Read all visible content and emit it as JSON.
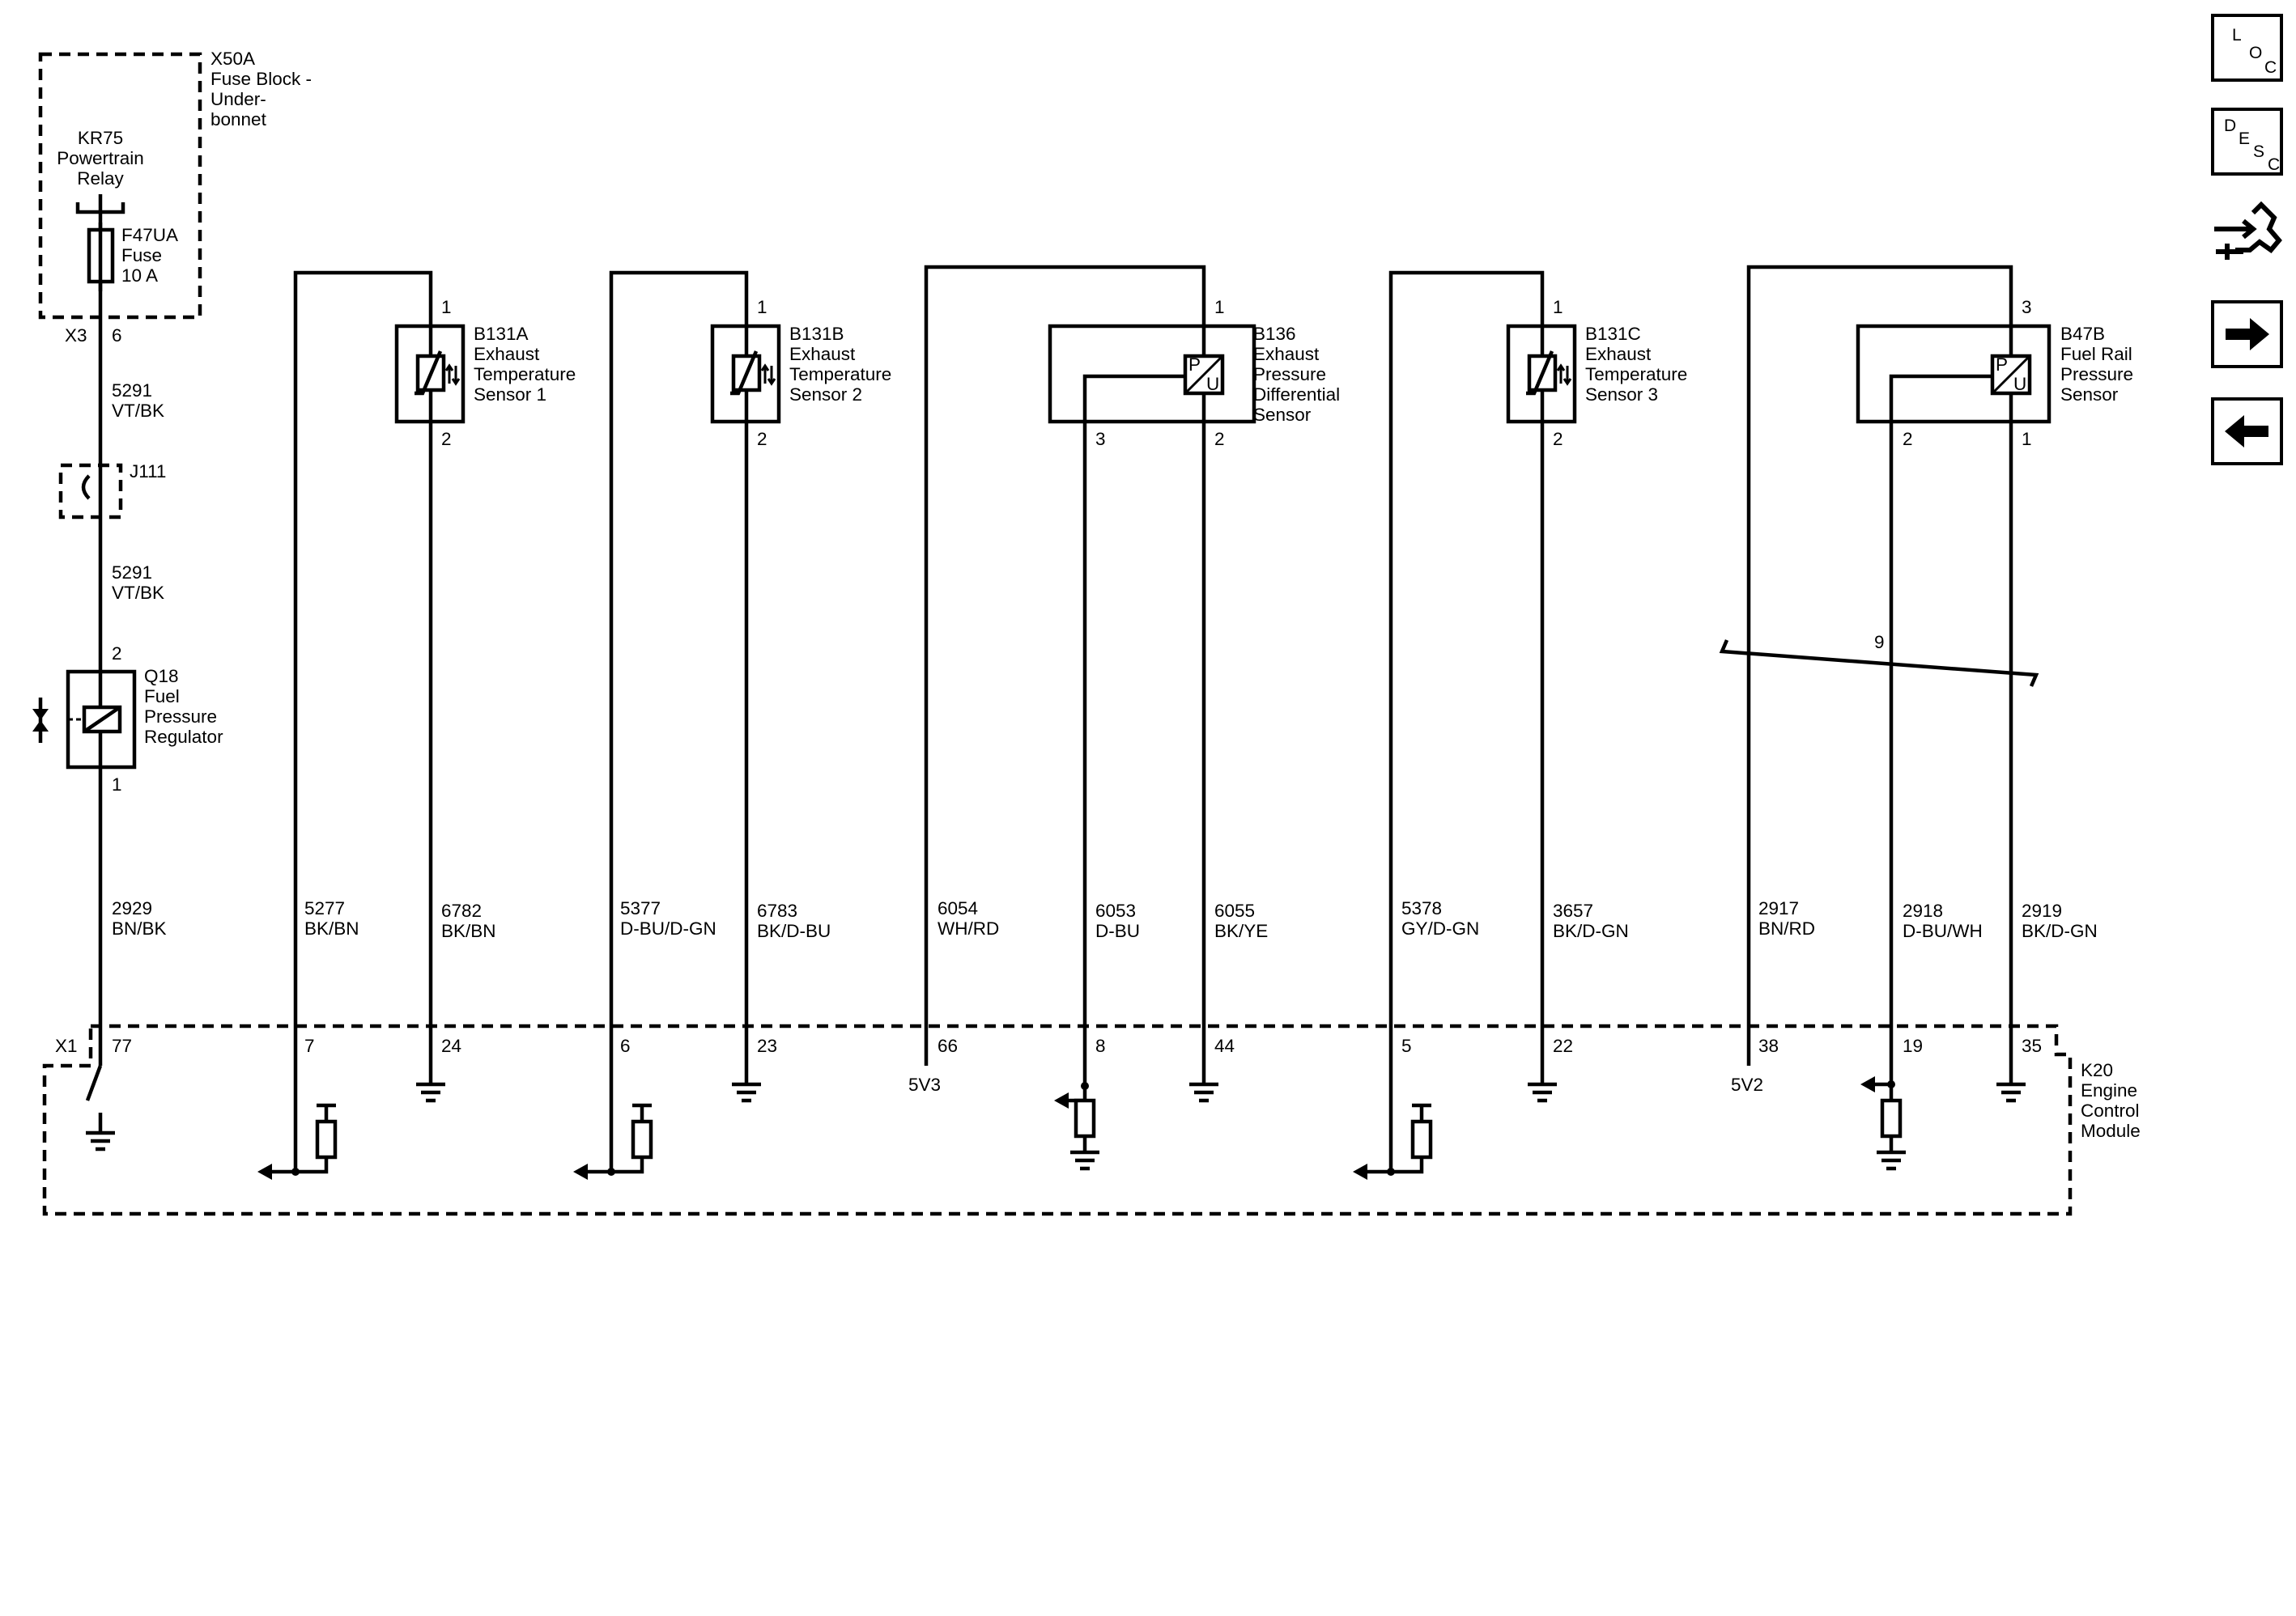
{
  "fuse_block": {
    "id": "X50A",
    "desc": [
      "Fuse Block -",
      "Under-",
      "bonnet"
    ]
  },
  "relay": {
    "id": "KR75",
    "desc": [
      "Powertrain",
      "Relay"
    ]
  },
  "fuse": {
    "id": "F47UA",
    "desc": [
      "Fuse",
      "10 A"
    ]
  },
  "connector_x3": {
    "name": "X3",
    "pin": "6"
  },
  "splice": "J111",
  "wire_5291": {
    "circuit": "5291",
    "color": "VT/BK"
  },
  "regulator": {
    "id": "Q18",
    "desc": [
      "Fuel",
      "Pressure",
      "Regulator"
    ],
    "pin_top": "2",
    "pin_bottom": "1"
  },
  "wire_2929": {
    "circuit": "2929",
    "color": "BN/BK"
  },
  "sensors": [
    {
      "id": "B131A",
      "desc": [
        "Exhaust",
        "Temperature",
        "Sensor 1"
      ],
      "pins": [
        "1",
        "2"
      ]
    },
    {
      "id": "B131B",
      "desc": [
        "Exhaust",
        "Temperature",
        "Sensor 2"
      ],
      "pins": [
        "1",
        "2"
      ]
    },
    {
      "id": "B136",
      "desc": [
        "Exhaust",
        "Pressure",
        "Differential",
        "Sensor"
      ],
      "pins": [
        "1",
        "3",
        "2"
      ]
    },
    {
      "id": "B131C",
      "desc": [
        "Exhaust",
        "Temperature",
        "Sensor 3"
      ],
      "pins": [
        "1",
        "2"
      ]
    },
    {
      "id": "B47B",
      "desc": [
        "Fuel Rail",
        "Pressure",
        "Sensor"
      ],
      "pins": [
        "3",
        "2",
        "1"
      ]
    }
  ],
  "pu_symbol": {
    "p": "P",
    "u": "U"
  },
  "wires": [
    {
      "circuit": "5277",
      "color": "BK/BN"
    },
    {
      "circuit": "6782",
      "color": "BK/BN"
    },
    {
      "circuit": "5377",
      "color": "D-BU/D-GN"
    },
    {
      "circuit": "6783",
      "color": "BK/D-BU"
    },
    {
      "circuit": "6054",
      "color": "WH/RD"
    },
    {
      "circuit": "6053",
      "color": "D-BU"
    },
    {
      "circuit": "6055",
      "color": "BK/YE"
    },
    {
      "circuit": "5378",
      "color": "GY/D-GN"
    },
    {
      "circuit": "3657",
      "color": "BK/D-GN"
    },
    {
      "circuit": "2917",
      "color": "BN/RD"
    },
    {
      "circuit": "2918",
      "color": "D-BU/WH"
    },
    {
      "circuit": "2919",
      "color": "BK/D-GN"
    }
  ],
  "twist_label": "9",
  "ecm": {
    "connector": "X1",
    "pins": [
      "77",
      "7",
      "24",
      "6",
      "23",
      "66",
      "8",
      "44",
      "5",
      "22",
      "38",
      "19",
      "35"
    ],
    "refs": [
      "5V3",
      "5V2"
    ],
    "id": "K20",
    "desc": [
      "Engine",
      "Control",
      "Module"
    ]
  },
  "nav": {
    "loc": {
      "l": "L",
      "o": "O",
      "c": "C"
    },
    "desc": {
      "d": "D",
      "e": "E",
      "s": "S",
      "c": "C"
    }
  }
}
